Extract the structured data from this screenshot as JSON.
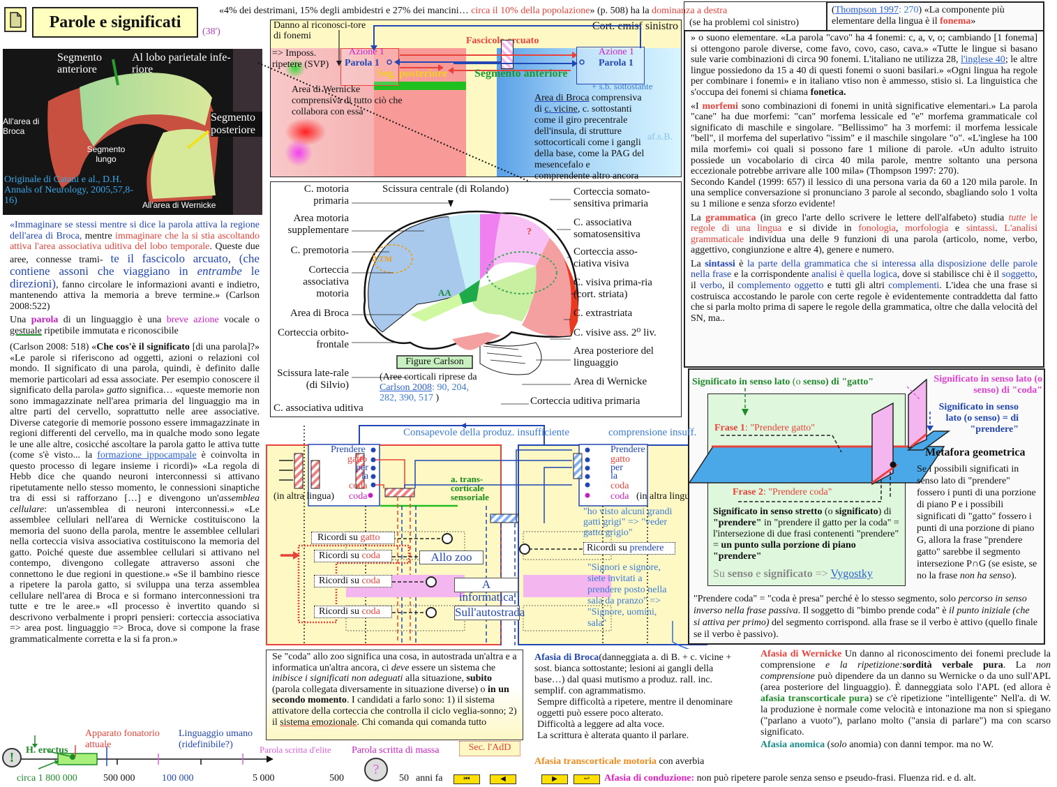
{
  "header": {
    "title": "Parole e significati",
    "duration": "(38')",
    "top_quote_a": "«4% dei destrimani, 15% degli ambidestri e 27% dei mancini… ",
    "top_quote_b": "circa il 10% della popolazione",
    "top_quote_c": "» (p. 508) ha la ",
    "top_quote_d": "dominanza a destra",
    "top_quote_e": "(se ha problemi col sinistro)"
  },
  "photo": {
    "label_ant": "Segmento anteriore",
    "label_par": "Al lobo parietale infe-riore",
    "label_broca": "All'area di Broca",
    "label_post": "Segmento posteriore",
    "label_lungo": "Segmento lungo",
    "label_wern": "All'area di Wernicke",
    "credit": "Originale di Catani e al., D.H. Annals of Neurology, 2005,57,8-16)"
  },
  "arc_diagram": {
    "danno": "Danno al riconosci-tore di fonemi",
    "imposs": "=> Imposs. ripetere (SVP)",
    "cort": "Cort. emisf sinistro",
    "fascicolo": "Fascicolo arcuato",
    "azione_l": "Azione 1",
    "parola_l": "Parola 1",
    "azione_r": "Azione 1",
    "parola_r": "Parola 1",
    "seg_post": "Seg. posteriore",
    "seg_ant": "Segmento anteriore",
    "sb": "+ s.b. sottostante",
    "wernicke": "Area di Wernicke comprensiva di tutto ciò che collabora con essa",
    "broca_a": "Area di Broca",
    "broca_b": " comprensiva di ",
    "broca_c": "c. vicine",
    "broca_d": ", c. sottostanti come il giro precentrale dell'insula, di strutture sottocorticali come i gangli della base, come la PAG del mesencefalo e comprendente altro ancora",
    "afsb": "af.s.B."
  },
  "brain": {
    "left_labels": [
      "C. motoria primaria",
      "Area motoria supplementare",
      "C. premotoria",
      "Corteccia associativa motoria",
      "Area di Broca",
      "Corteccia orbito-frontale",
      "Scissura late-rale (di Silvio)",
      "C. associativa uditiva"
    ],
    "top_label": "Scissura centrale (di Rolando)",
    "right_labels": [
      "Corteccia somato-sensitiva primaria",
      "C. associativa somatosensitiva",
      "Corteccia asso-ciativa visiva",
      "C. visiva prima-ria (cort. striata)",
      "C. extrastriata",
      "C. visive ass. 2⁰ liv.",
      "Area posteriore del linguaggio",
      "Area di Wernicke",
      "Corteccia uditiva primaria"
    ],
    "ltm": "LTM",
    "aa": "AA",
    "question": "?",
    "figure_button": "Figure Carlson",
    "caption_a": "(Aree corticali riprese da ",
    "caption_link": "Carlson 2008",
    "caption_pages": ": 90, 204, 282, 390, 517",
    "caption_end": " )"
  },
  "left_text": {
    "p1_blue": "«Immaginare se stessi mentre si dice la parola attiva la regione dell'area di Broca,",
    "p1_mid": " mentre ",
    "p1_red": "immaginare che la si stia ascoltando attiva l'area associativa uditiva del lobo temporale",
    "p1_rest": ". Queste due aree, connesse trami-",
    "p1_big": "te il fascicolo arcuato, (che contiene assoni che viaggiano in ",
    "p1_big_it": "entrambe",
    "p1_big2": " le direzioni)",
    "p1_end": ", fanno circolare le informazioni avanti e indietro, mantenendo attiva la memoria a breve termine.» (Carlson 2008:522)",
    "p2_a": "Una ",
    "p2_b": "parola",
    "p2_c": " di un linguaggio è una ",
    "p2_d": "breve azione",
    "p2_e": " vocale o ",
    "p2_f": "gestuale",
    "p2_g": " ripetibile immutata e riconoscibile",
    "p3_a": "(Carlson 2008: 518) «",
    "p3_b": "Che cos'è il significato",
    "p3_c": " [di una parola]?» «Le parole si riferiscono ad oggetti, azioni o relazioni col mondo. Il significato di una parola, quindi, è definito dalle memorie particolari ad essa associate. Per esempio conoscere il significato della parola» ",
    "p3_d": "gatto",
    "p3_e": " significa… «queste memorie non sono immagazzinate nell'area primaria del linguaggio ma in altre parti del cervello, soprattutto nelle aree associative. Diverse categorie di memorie possono essere immagazzinate in regioni differenti del cervello, ma in qualche modo sono legate le une alle altre, cosicché ascoltare la parola gatto le attiva tutte (come s'è visto... la ",
    "p3_link": "formazione ippocampale",
    "p3_f": " è coinvolta in questo processo di legare insieme i ricordi)» «La regola di Hebb dice che quando neuroni interconnessi si attivano ripetutamente nello stesso momento, le connessioni sinaptiche tra di essi si rafforzano […] e divengono un'",
    "p3_g": "assemblea cellulare",
    "p3_h": ": un'assemblea di neuroni interconnessi.» «Le assemblee cellulari nell'area di Wernicke costituiscono la memoria del suono della parola, mentre le assemblee cellulari nella corteccia visiva associativa costituiscono la memoria del gatto. Poiché queste due assemblee cellulari si attivano nel contempo, divengono collegate attraverso assoni che connettono le due regioni in questione.» «Se il bambino riesce a ripetere la parola gatto, si sviluppa una terza assemblea cellulare nell'area di Broca e si formano interconnessioni tra tutte e tre le aree.» «Il processo è invertito quando si descrivono verbalmente i propri pensieri: corteccia associativa => area post. linguaggio => Broca, dove si compone la frase grammaticalmente corretta e la si fa pron.»"
  },
  "right_text": {
    "r1_link": "Thompson 1997",
    "r1_pg": ": 270",
    "r1_a": ") «La componente più elementare della lingua è il ",
    "r1_b": "fonema",
    "r1_c": "» o suono elementare. «La parola \"cavo\" ha 4 fonemi: c, a, v, o; cambiando [1 fonema] si ottengono parole diverse, come favo, covo, caso, cava.» «Tutte le lingue si basano sule varie combinazioni di circa 90 fonemi. L'italiano ne utilizza 28, ",
    "r1_link2": "l'inglese 40",
    "r1_d": "; le altre lingue possiedono da 15 a 40 di questi fonemi o suoni basilari.» «Ogni lingua ha regole per combinare i fonemi» e in italiano vtiso non è ammesso, stisio si. La linguistica che s'occupa dei fonemi si chiama ",
    "r1_e": "fonetica.",
    "r2_a": "«I ",
    "r2_b": "morfemi",
    "r2_c": " sono combinazioni di fonemi in unità significative elementari.» La parola \"cane\" ha due morfemi: \"can\" morfema lessicale ed \"e\" morfema grammaticale col significato di maschile e singolare. \"Bellissimo\" ha 3 morfemi: il morfema lessicale \"bell\", il morfema del superlativo \"issim\" e il maschile singolare \"o\". «L'inglese ha 100 mila morfemi» coi quali si possono fare 1 milione di parole. «Un adulto istruito possiede un vocabolario di circa 40 mila parole, mentre soltanto una persona eccezionale potrebbe arrivare alle 100 mila» (Thompson 1997: 270).",
    "r3": "Secondo Kandel (1999: 657) il lessico di una persona varia da 60 a 120 mila parole. In una semplice conversazione si pronunciano 3 parole al secondo, sbagliando solo 1 volta su 1 milione e senza sforzo evidente!",
    "r4_a": "La ",
    "r4_b": "grammatica",
    "r4_c": " (in greco l'arte dello scrivere le lettere dell'alfabeto) studia ",
    "r4_d": "tutte",
    "r4_e": " le regole di una lingua",
    "r4_f": " e si divide in ",
    "r4_g": "fonologia",
    "r4_h": "morfologia",
    "r4_i": "sintassi",
    "r4_j": "L'analisi grammaticale",
    "r4_k": " individua una delle 9 funzioni di una parola (articolo, nome, verbo, aggettivo, congiunzione e altre 4), genere e numero.",
    "r5_a": "La ",
    "r5_b": "sintassi",
    "r5_c": " è ",
    "r5_d": "la parte della grammatica che si interessa alla disposizione delle parole nella frase",
    "r5_e": " e la corrispondente ",
    "r5_f": "analisi è quella logica",
    "r5_g": ", dove si stabilisce chi è il ",
    "r5_h": "soggetto",
    "r5_i": "verbo",
    "r5_j": "complemento oggetto",
    "r5_k": " e tutti gli altri ",
    "r5_l": "complementi",
    "r5_m": ". L'idea che una frase si costruisca accostando le parole con certe regole è evidentemente contraddetta dal fatto che si parla molto prima di sapere le regole della grammatica, oltre che dalla velocità del SN, ma.."
  },
  "memory_diagram": {
    "consapevole": "Consapevole della produz. insufficiente",
    "comprensione": "comprensione insuff.",
    "words_left": [
      "Prendere",
      "gatto",
      "per",
      "la",
      "coda",
      "coda"
    ],
    "words_right": [
      "Prendere",
      "gatto",
      "per",
      "la",
      "coda",
      "coda"
    ],
    "altra_l": "(in altra lingua)",
    "altra_r": "(in altra lingua)",
    "trans": "a. trans-corticale sensoriale",
    "ricordi": [
      "Ricordi su ",
      "Ricordi su ",
      "Ricordi su ",
      "Ricordi su "
    ],
    "ricordi_words": [
      "gatto",
      "coda",
      "coda",
      "coda"
    ],
    "ricordi_prendere_a": "Ricordi su ",
    "ricordi_prendere_b": "prendere",
    "contexts": [
      "Allo zoo",
      "A informatica",
      "Sull'autostrada"
    ],
    "quote1": "\"ho visto alcuni grandi gatti grigi\" => \"veder gatto grigio\"",
    "quote2": "\"Signori e signore, siete invitati a prendere posto nella sala da pranzo\" => \"Signore, uomini, sala\""
  },
  "geometry": {
    "gatto_a": "Significato in senso lato",
    "gatto_b": " (o ",
    "gatto_c": "senso",
    "gatto_d": ") di \"gatto\"",
    "coda": "Significato in senso lato (o senso) di \"coda\"",
    "prendere": "Significato in senso lato (o senso) = di \"prendere\"",
    "frase1_a": "Frase 1",
    "frase1_b": ": \"Prendere gatto\"",
    "frase2_a": "Frase 2",
    "frase2_b": ": \"Prendere coda\"",
    "stretto_a": "Significato in senso stretto",
    "stretto_b": " (o ",
    "stretto_c": "significato",
    "stretto_d": ") di ",
    "stretto_e": "\"prendere\"",
    "stretto_f": " in \"prendere il gatto per la coda\" = l'intersezione di due frasi contenenti \"prendere\" = ",
    "stretto_g": "un punto sulla porzione di piano \"prendere\"",
    "vyg_a": "Su ",
    "vyg_b": "senso",
    "vyg_c": " e ",
    "vyg_d": "significato",
    "vyg_e": " => ",
    "vyg_link": "Vygostky",
    "metafora": "Metafora geometrica",
    "metafora_text_a": "Se i possibili significati in senso lato di \"prendere\" fossero i punti di una porzione di piano P e i possibili significati di \"gatto\" fossero i punti di una porzione di piano G, allora la frase \"prendere gatto\" sarebbe il segmento intersezione P∩G (se esiste, se no la frase ",
    "metafora_text_it": "non ha senso",
    "metafora_text_b": ").",
    "bottom_a": "\"Prendere coda\" = \"coda è presa\" perché è lo stesso segmento, solo ",
    "bottom_it1": "percorso in senso inverso nella frase passiva",
    "bottom_b": ". Il soggetto di \"bimbo prende coda\" è ",
    "bottom_it2": "il punto iniziale (che si attiva per primo)",
    "bottom_c": " del segmento corrispond. alla frase se il verbo è attivo (quello finale se il verbo è passivo)."
  },
  "inhibit_box": {
    "a": "Se \"coda\" allo zoo significa una cosa, in autostrada un'altra e a informatica un'altra ancora, ci ",
    "deve": "deve",
    "b": " essere un sistema che ",
    "inibisce": "inibisce i significati non adeguati",
    "c": " alla situazione, ",
    "subito": "subito",
    "d": " (parola collegata diversamente in situazione diverse) o ",
    "secondo": "in un secondo momento",
    "e": ". I candidati a farlo sono: 1) il sistema attivatore della corteccia che controlla il ciclo veglia-sonno; 2) il ",
    "emoz": "sistema emozionale",
    "f": ". Chi comanda qui ",
    "comanda": "comanda tutto",
    "sec": "Sec. l'AdD"
  },
  "aphasia": {
    "broca_title": "Afasia di Broca",
    "broca_text": "(danneggiata a. di B. + c. vicine + sost. bianca sottostante; lesioni ai gangli della base…) dal quasi mutismo a produz. rall. inc. semplif. con agrammatismo.",
    "broca_l2": "Sempre difficoltà a ripetere, mentre il denominare oggetti può essere poco alterato.",
    "broca_l3": "Difficoltà a leggere ad alta voce.",
    "broca_l4": "La scrittura è alterata quanto il parlare.",
    "trans_motoria": "Afasia transcorticale motoria",
    "trans_motoria_b": " con averbia",
    "wern_title": "Afasia di Wernicke",
    "wern_a": " Un danno al riconoscimento dei fonemi preclude la comprensione ",
    "wern_it": "e la ripetizione:",
    "wern_b": "sordità verbale pura",
    "wern_c": ". La ",
    "wern_it2": "non comprensione",
    "wern_d": " può dipendere da un danno su Wernicke o da uno sull'APL (area posteriore del linguaggio). È danneggiata solo l'APL (ed allora è ",
    "wern_green": "afasia transcorticale pura",
    "wern_e": ") se c'è ripetizione \"intelligente\" Nell'a. di W. la produzione è normale come velocità e intonazione ma non si spiegano (\"parlano a vuoto\"), parlano molto (\"ansia di parlare\") ma con scarso significato.",
    "anomica_title": "Afasia anomica",
    "anomica_a": " (",
    "anomica_it": "solo",
    "anomica_b": " anomia) con danni tempor. ma no W.",
    "conduzione_title": "Afasia di conduzione:",
    "conduzione_text": " non può ripetere parole senza senso e pseudo-frasi. Fluenza rid. e d. alt."
  },
  "timeline": {
    "h_erectus": "H. erectus",
    "apparato": "Apparato fonatorio attuale",
    "linguaggio": "Linguaggio umano (ridefinibile?)",
    "elite": "Parola scritta d'elite",
    "massa": "Parola scritta di massa",
    "ticks": [
      "circa 1 800 000",
      "500 000",
      "100 000",
      "5 000",
      "500",
      "50"
    ],
    "anni": "anni fa",
    "excl": "!",
    "quest": "?"
  },
  "nav": {
    "first": "first-page",
    "prev": "prev-page",
    "next": "next-page",
    "last": "return"
  },
  "colors": {
    "title_bg": "#ffffc0",
    "red": "#e8423a",
    "blue": "#2246b4",
    "green": "#1f8a2a",
    "yellow_panel": "#fdf8c4",
    "geom_green": "#dff7dc",
    "plane_blue": "#4aa8e8",
    "plane_pink": "#f4b6ee"
  }
}
